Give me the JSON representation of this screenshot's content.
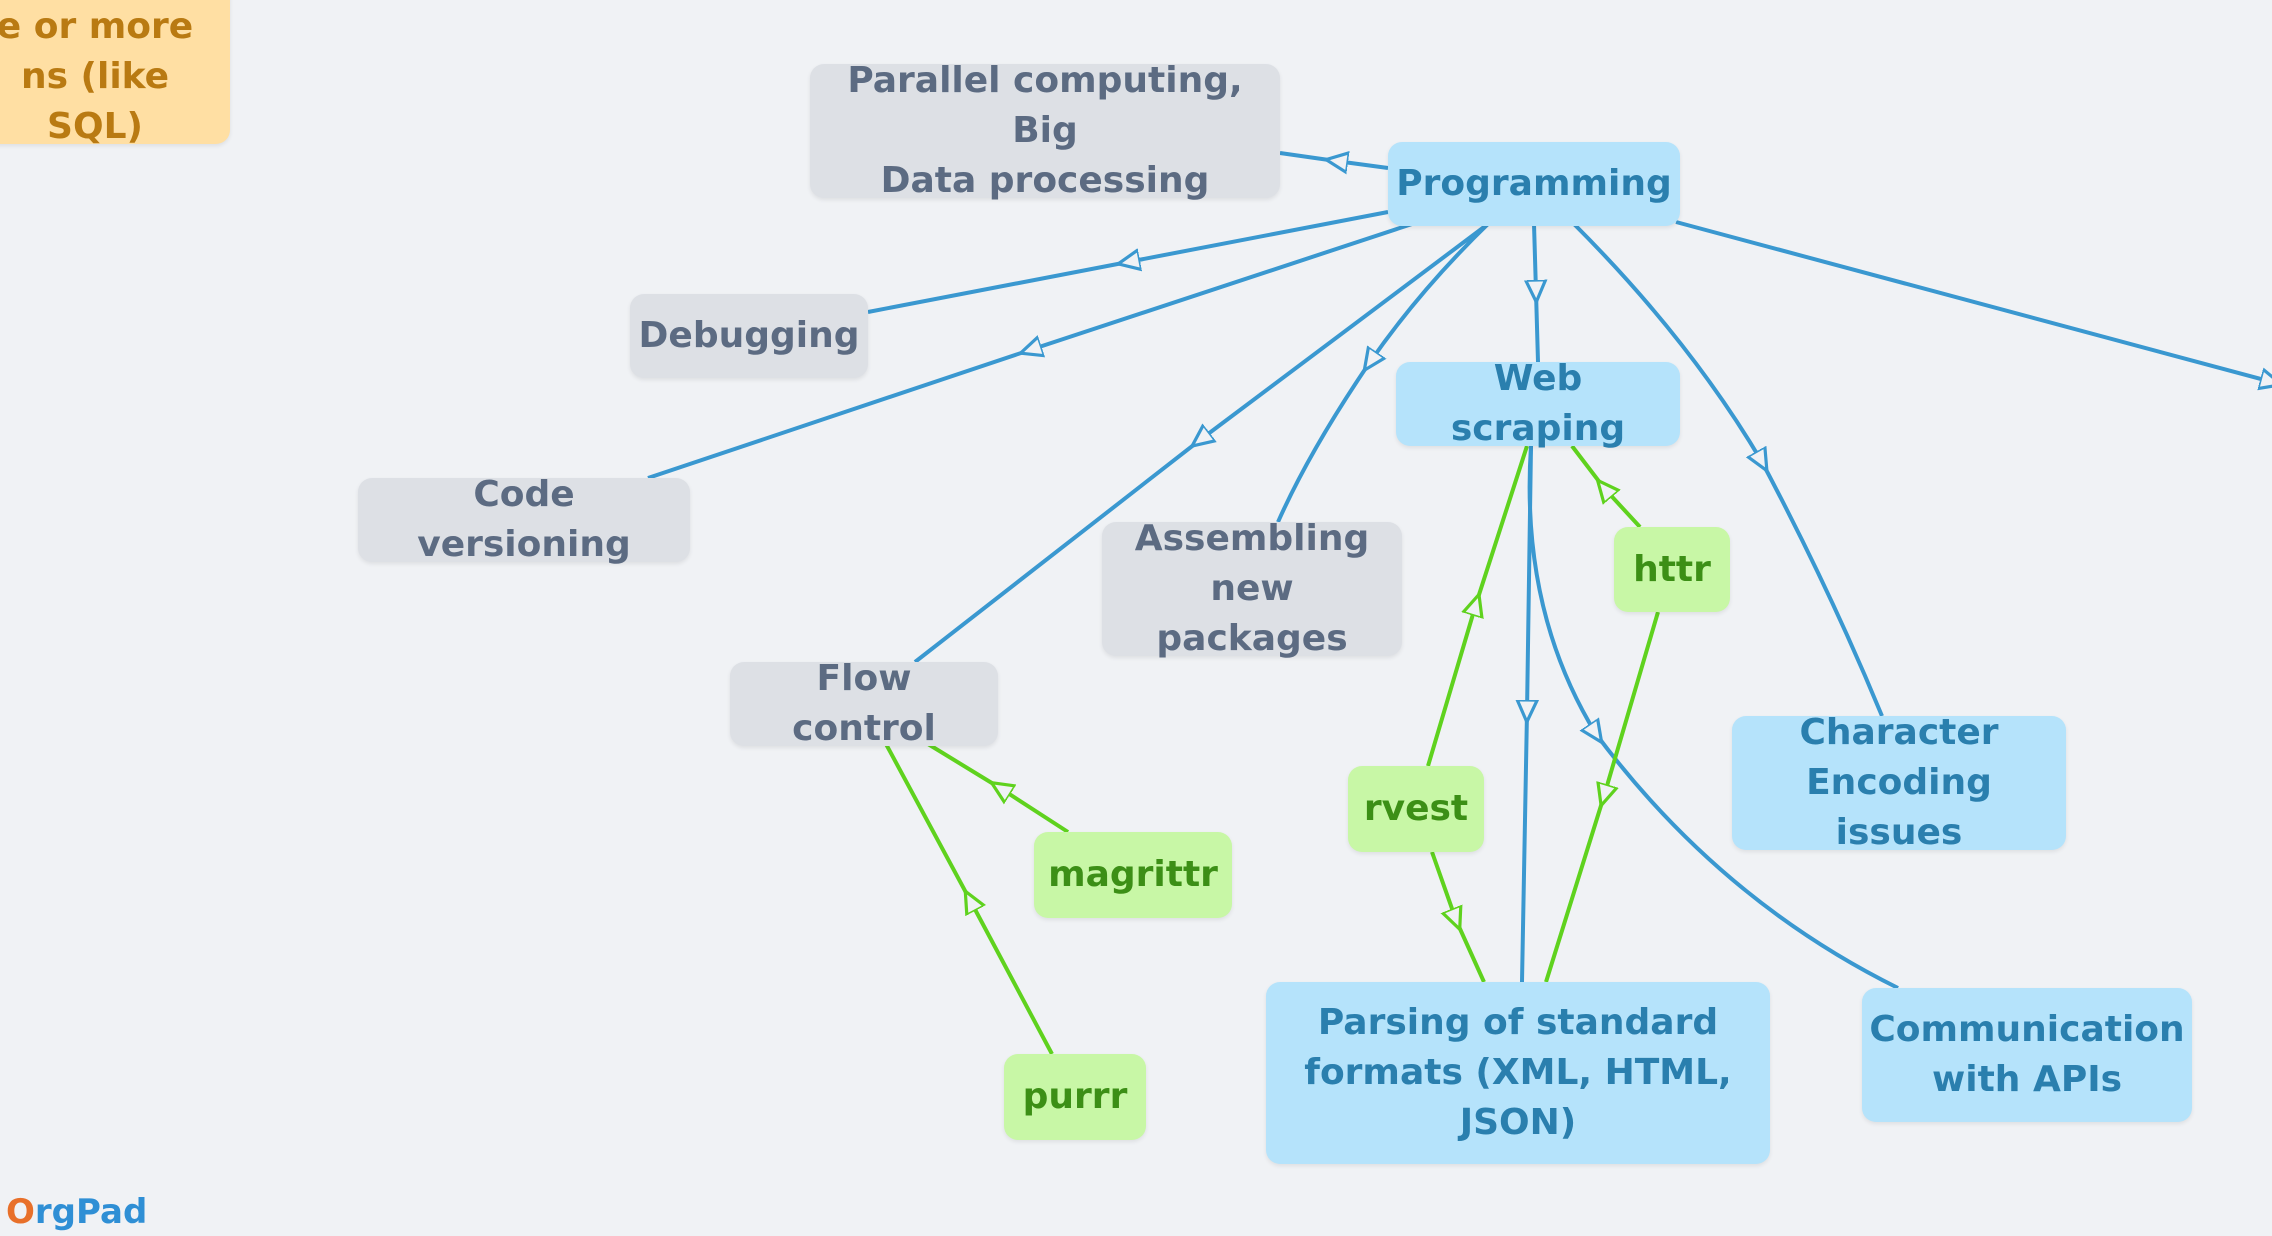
{
  "nodes": {
    "orange_partial": "two tibbles\ne or more\nns (like SQL)",
    "parallel": "Parallel computing, Big\nData processing",
    "programming": "Programming",
    "debugging": "Debugging",
    "code_versioning": "Code versioning",
    "web_scraping": "Web scraping",
    "assembling": "Assembling\nnew packages",
    "httr": "httr",
    "flow_control": "Flow control",
    "rvest": "rvest",
    "character_encoding": "Character\nEncoding issues",
    "magrittr": "magrittr",
    "purrr": "purrr",
    "parsing": "Parsing of standard\nformats (XML, HTML,\nJSON)",
    "communication": "Communication\nwith APIs"
  },
  "colors": {
    "blue_edge": "#3a98d0",
    "green_edge": "#5fd21e",
    "gray_node": "#dde0e5",
    "blue_node": "#b5e3fb",
    "green_node": "#c8f7a6",
    "orange_node": "#ffdfa3"
  },
  "logo": {
    "first": "O",
    "rest": "rgPad"
  }
}
